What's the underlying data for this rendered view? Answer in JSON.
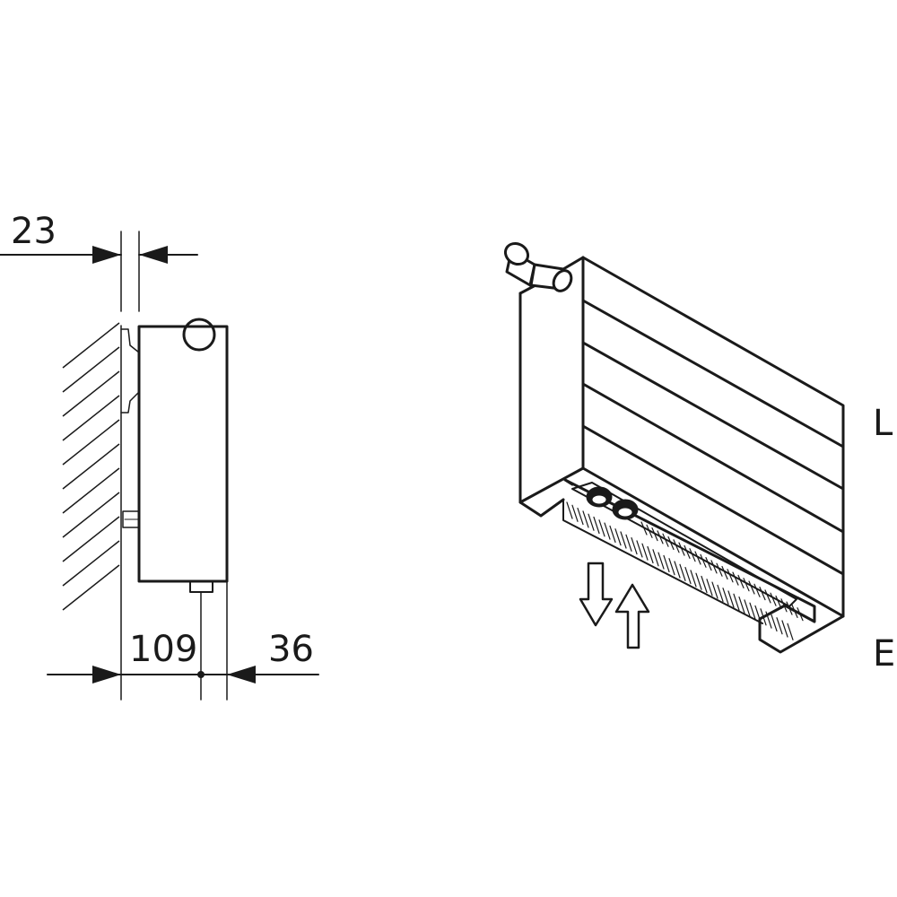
{
  "side_view": {
    "dim_top": "23",
    "dim_bottom_left": "109",
    "dim_bottom_right": "36"
  },
  "iso_view": {
    "label_length": "L",
    "label_end": "E"
  },
  "colors": {
    "line": "#1a1a1a",
    "background": "#ffffff"
  }
}
